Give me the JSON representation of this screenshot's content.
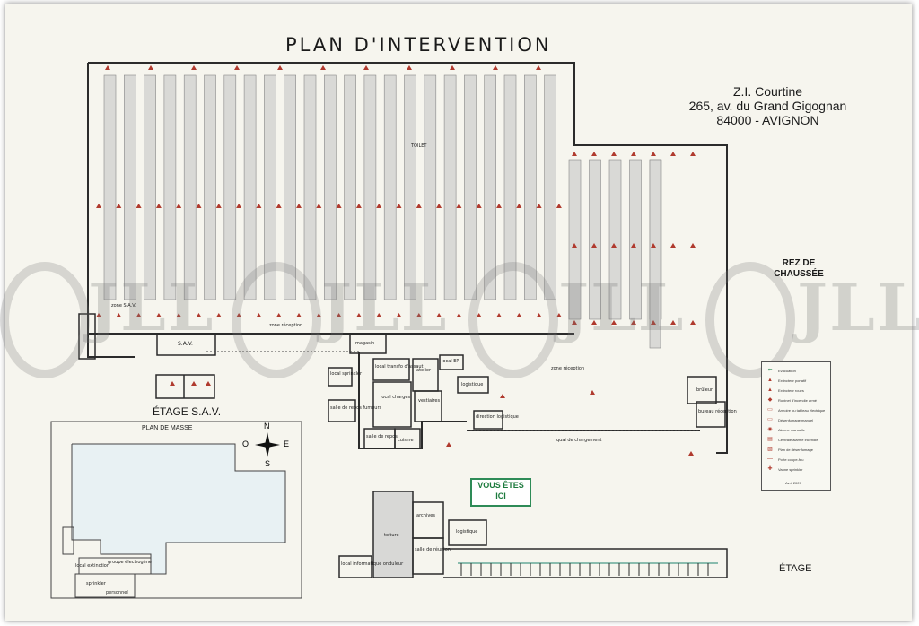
{
  "title": "PLAN D'INTERVENTION",
  "address": {
    "line1": "Z.I. Courtine",
    "line2": "265, av. du Grand Gigognan",
    "line3": "84000 - AVIGNON"
  },
  "level_ground": "REZ DE CHAUSSÉE",
  "level_sav": "ÉTAGE S.A.V.",
  "level_upper": "ÉTAGE",
  "site_plan_title": "PLAN DE MASSE",
  "compass": {
    "n": "N",
    "s": "S",
    "e": "E",
    "o": "O"
  },
  "you_are_here": {
    "line1": "VOUS ÊTES",
    "line2": "ICI"
  },
  "rooms": {
    "zone_sav": "zone S.A.V.",
    "sav": "S.A.V.",
    "zone_reception_left": "zone réception",
    "zone_reception_right": "zone réception",
    "quai_chargement": "quai de chargement",
    "magasin": "magasin",
    "local_sprinkler": "local sprinkler",
    "local_transfo": "local transfo d'assaut",
    "local_charges": "local charges",
    "salle_repos": "salle de repos fumeurs",
    "atelier": "atelier",
    "vestiaires": "vestiaires",
    "direction_logistique": "direction logistique",
    "logistique": "logistique",
    "salle_repos2": "salle de repos",
    "cuisine": "cuisine",
    "local_ep": "local EP",
    "bureau_reception": "bureau réception",
    "bruleur": "brûleur",
    "toilet": "TOILET",
    "archives": "archives",
    "toiture": "toiture",
    "salle_reunion": "salle de réunion",
    "local_info": "local informatique onduleur",
    "logistique_up": "logistique",
    "local_extinction": "local extinction",
    "groupe_electrogene": "groupe électrogène",
    "sprinkler": "sprinkler",
    "personnel": "personnel"
  },
  "legend": {
    "items": [
      "Evacuation",
      "Extincteur portatif",
      "Extincteur roues",
      "Robinet d'incendie armé",
      "Armoire ou tableau électrique",
      "Désenfumage manuel",
      "Alarme manuelle",
      "Centrale alarme incendie",
      "Plan de désenfumage",
      "Porte coupe-feu",
      "Vanne sprinkler"
    ],
    "date": "Avril 2007"
  },
  "colors": {
    "accent": "#2e8b57",
    "extinguisher": "#b03a2e",
    "wall": "#2b2b2b",
    "rack": "#d9d9d6"
  },
  "watermark": "JLL"
}
